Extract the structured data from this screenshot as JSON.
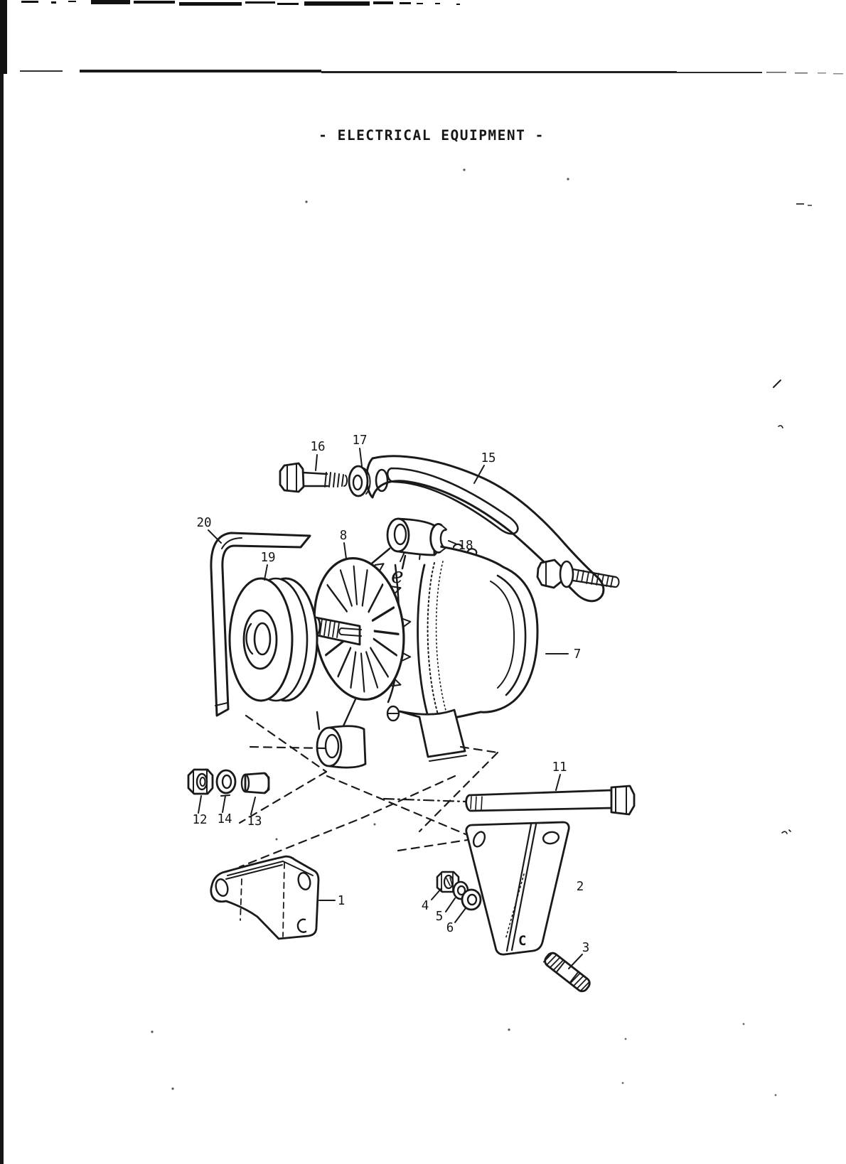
{
  "page": {
    "title": "- ELECTRICAL EQUIPMENT -",
    "ink_color": "#1a1a1a",
    "paper_color": "#ffffff"
  },
  "diagram": {
    "description": "exploded-view parts drawing of generator / electrical equipment",
    "labels": {
      "1": "1",
      "2": "2",
      "3": "3",
      "4": "4",
      "5": "5",
      "6": "6",
      "7": "7",
      "8": "8",
      "11": "11",
      "12": "12",
      "13": "13",
      "14": "14",
      "15": "15",
      "16": "16",
      "17": "17",
      "18": "18",
      "19": "19",
      "20": "20"
    },
    "marks": {
      "e": "e",
      "c": "C"
    }
  }
}
